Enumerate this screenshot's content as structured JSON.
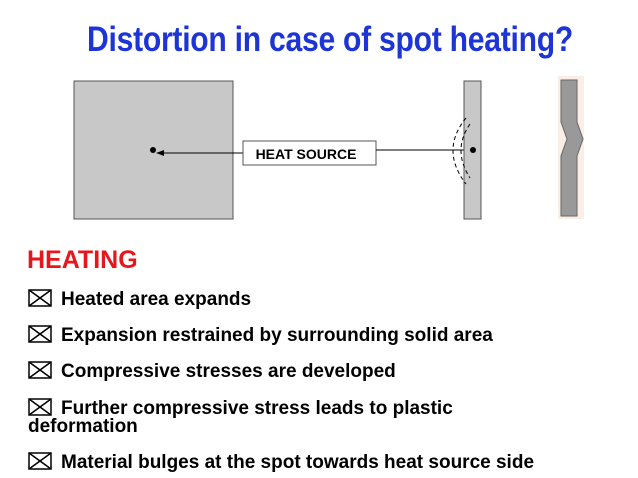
{
  "slide": {
    "title": "Distortion in case of spot heating?",
    "diagram": {
      "label": "HEAT SOURCE"
    },
    "heading": "HEATING",
    "bullets": [
      {
        "line1": "Heated area  expands",
        "line2": ""
      },
      {
        "line1": "Expansion restrained by surrounding solid area",
        "line2": ""
      },
      {
        "line1": "Compressive stresses are developed",
        "line2": ""
      },
      {
        "line1": "Further compressive stress leads to plastic",
        "line2": "deformation"
      },
      {
        "line1": "Material bulges at the spot towards heat source  side",
        "line2": ""
      }
    ],
    "bullet_icon": "boxed-x-icon",
    "colors": {
      "title": "#1d35d6",
      "heading": "#e8161b",
      "plate_fill": "#c8c8c8"
    }
  }
}
